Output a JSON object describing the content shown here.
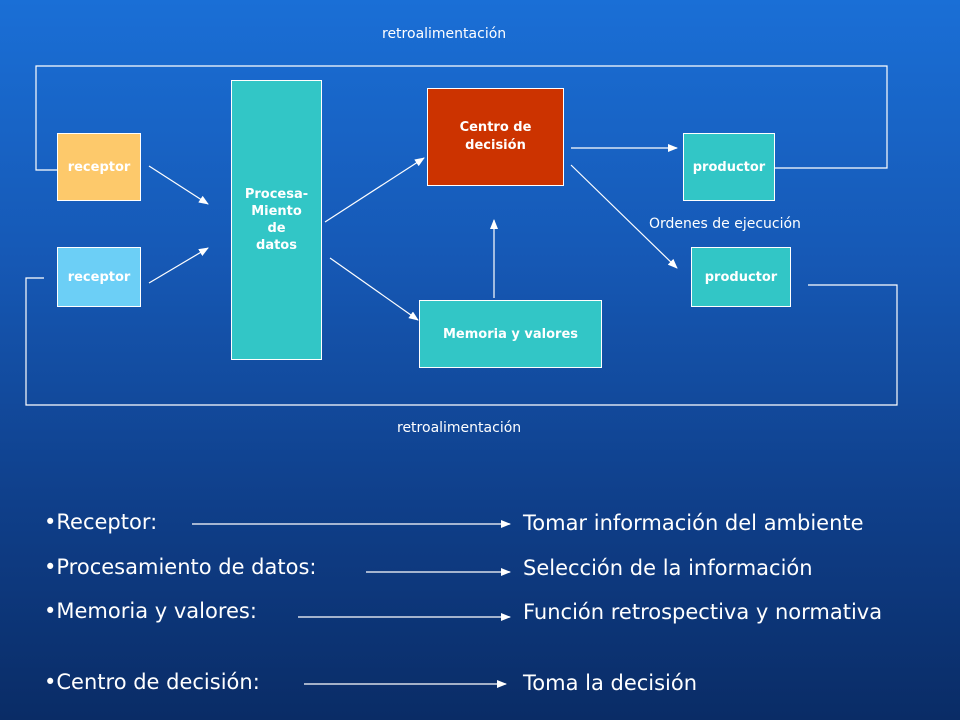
{
  "diagram": {
    "feedback_top": "retroalimentación",
    "feedback_bottom": "retroalimentación",
    "receptor_1": "receptor",
    "receptor_2": "receptor",
    "procesamiento": "Procesa-\nMiento\nde\ndatos",
    "centro": "Centro de\ndecisión",
    "memoria": "Memoria y valores",
    "productor_1": "productor",
    "productor_2": "productor",
    "ordenes": "Ordenes de ejecución",
    "colors": {
      "receptor_1": "#fdc96b",
      "receptor_2": "#6ccff6",
      "teal": "#32c6c6",
      "centro": "#cc3300"
    }
  },
  "bullets": [
    {
      "term": "Receptor:",
      "definition": "Tomar información del ambiente"
    },
    {
      "term": "Procesamiento de datos:",
      "definition": "Selección de la información"
    },
    {
      "term": "Memoria y valores:",
      "definition": "Función retrospectiva y normativa"
    },
    {
      "term": "Centro de decisión:",
      "definition": "Toma la decisión"
    }
  ]
}
